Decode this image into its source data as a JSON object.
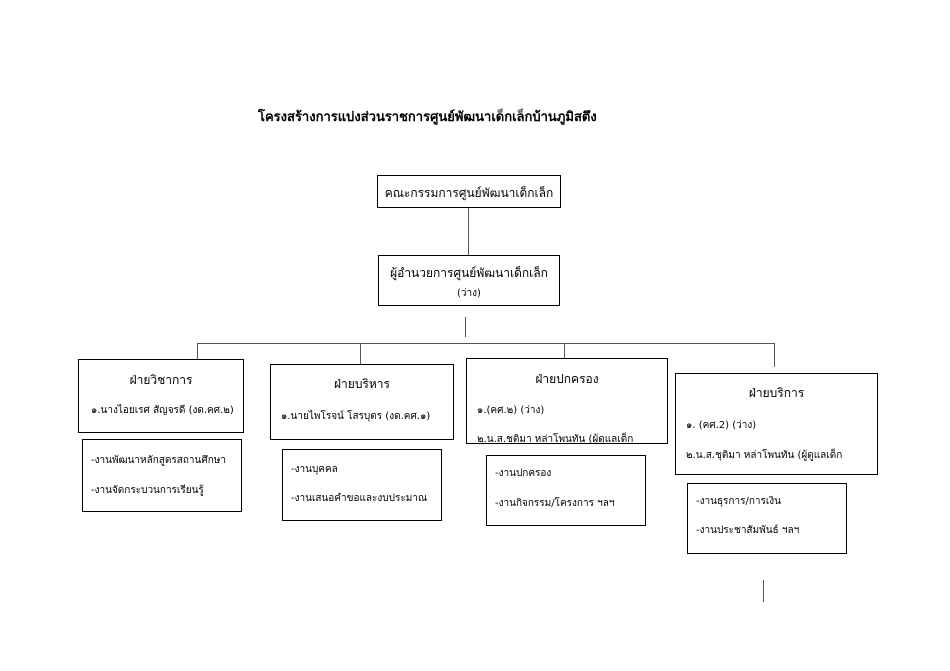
{
  "title": "โครงสร้างการแบ่งส่วนราชการศูนย์พัฒนาเด็กเล็กบ้านภูมิสตึง",
  "committee": "คณะกรรมการศูนย์พัฒนาเด็กเล็ก",
  "director": {
    "title": "ผู้อำนวยการศูนย์พัฒนาเด็กเล็ก",
    "status": "(ว่าง)"
  },
  "divisions": [
    {
      "name": "ฝ่ายวิชาการ",
      "staff": [
        "๑.นางไอยเรศ สัญจรดี  (งด.คศ.๒)"
      ],
      "tasks": [
        "-งานพัฒนาหลักสูตรสถานศึกษา",
        "-งานจัดกระบวนการเรียนรู้"
      ]
    },
    {
      "name": "ฝ่ายบริหาร",
      "staff": [
        "๑.นายไพโรจน์ โสรบุตร  (งด.คศ.๑)"
      ],
      "tasks": [
        "-งานบุคคล",
        "-งานเสนอคำขอและงบประมาณ"
      ]
    },
    {
      "name": "ฝ่ายปกครอง",
      "staff": [
        "๑.(คศ.๒) (ว่าง)",
        "๒.น.ส.ชติมา  หล่าโพนทัน (ผู้ดูแลเด็ก"
      ],
      "tasks": [
        "-งานปกครอง",
        "-งานกิจกรรม/โครงการ ฯลฯ"
      ]
    },
    {
      "name": "ฝ่ายบริการ",
      "staff": [
        "๑. (คศ.2) (ว่าง)",
        "๒.น.ส.ชุติมา  หล่าโพนทัน (ผู้ดูแลเด็ก"
      ],
      "tasks": [
        "-งานธุรการ/การเงิน",
        "-งานประชาสัมพันธ์  ฯลฯ"
      ]
    }
  ]
}
